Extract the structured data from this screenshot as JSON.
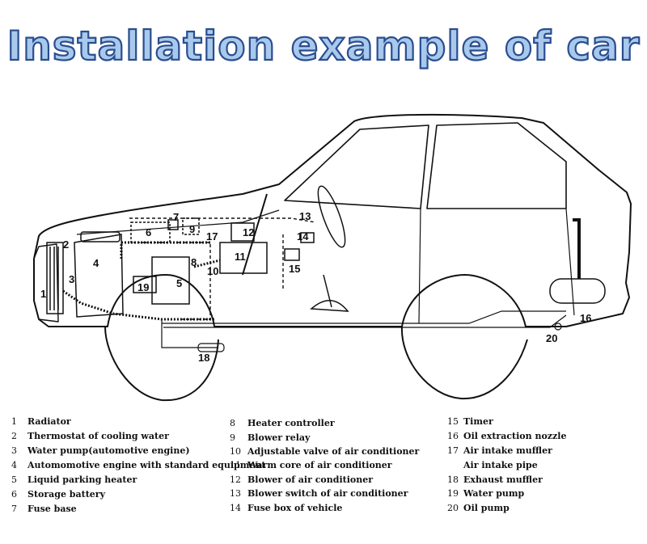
{
  "title": "Installation example of car",
  "callouts": [
    "1",
    "2",
    "3",
    "4",
    "5",
    "6",
    "7",
    "8",
    "9",
    "10",
    "11",
    "12",
    "13",
    "14",
    "15",
    "16",
    "17",
    "18",
    "19",
    "20"
  ],
  "legend": {
    "col1": [
      {
        "num": "1",
        "text": "Radiator"
      },
      {
        "num": "2",
        "text": "Thermostat of cooling water"
      },
      {
        "num": "3",
        "text": "Water pump(automotive engine)"
      },
      {
        "num": "4",
        "text": "Automomotive engine with standard equipment"
      },
      {
        "num": "5",
        "text": "Liquid parking heater"
      },
      {
        "num": "6",
        "text": "Storage battery"
      },
      {
        "num": "7",
        "text": "Fuse base"
      }
    ],
    "col2": [
      {
        "num": "8",
        "text": "Heater controller"
      },
      {
        "num": "9",
        "text": "Blower relay"
      },
      {
        "num": "10",
        "text": "Adjustable valve of air conditioner"
      },
      {
        "num": "11",
        "text": "Warm core of air conditioner"
      },
      {
        "num": "12",
        "text": "Blower of air conditioner"
      },
      {
        "num": "13",
        "text": "Blower switch of air conditioner"
      },
      {
        "num": "14",
        "text": "Fuse box of vehicle"
      }
    ],
    "col3": [
      {
        "num": "15",
        "text": "Timer"
      },
      {
        "num": "16",
        "text": "Oil extraction nozzle"
      },
      {
        "num": "17",
        "text": "Air intake muffler"
      },
      {
        "num": "",
        "text": "Air intake pipe"
      },
      {
        "num": "18",
        "text": "Exhaust muffler"
      },
      {
        "num": "19",
        "text": "Water pump"
      },
      {
        "num": "20",
        "text": "Oil pump"
      }
    ]
  }
}
